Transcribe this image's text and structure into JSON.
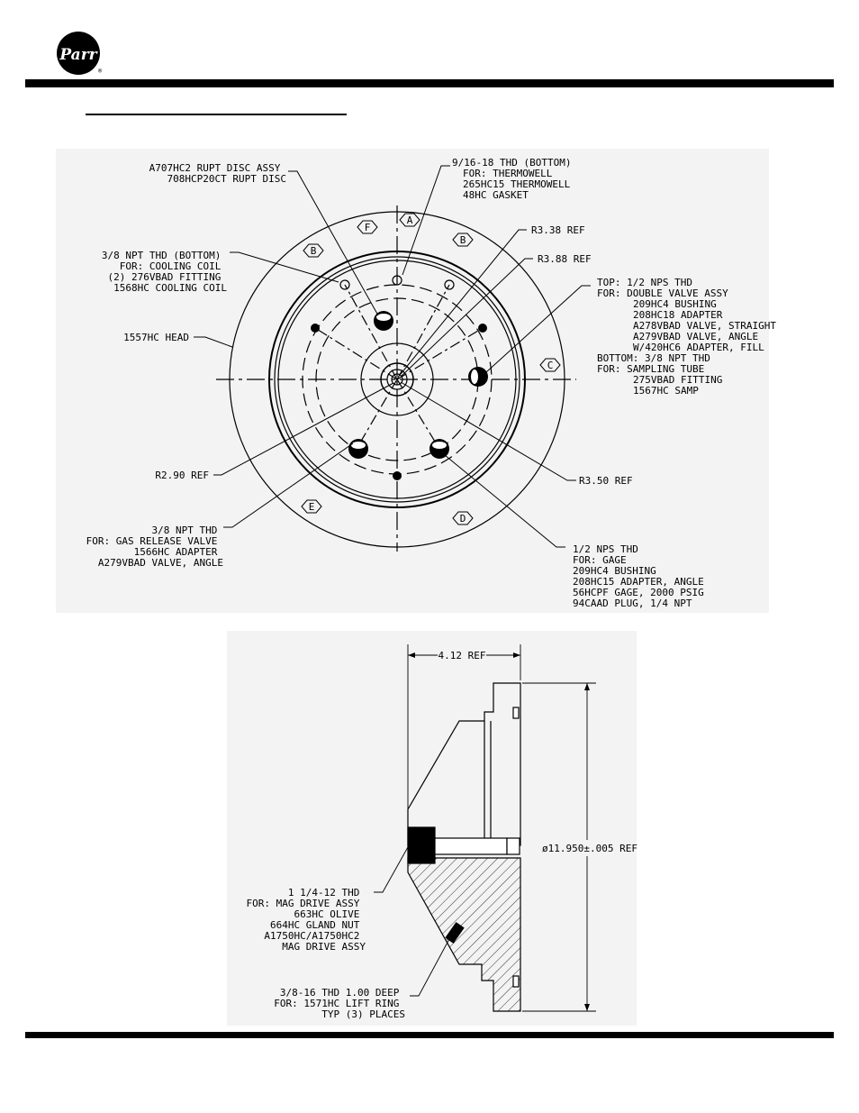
{
  "header": {
    "logo_text": "Parr",
    "logo_mark": "®"
  },
  "top_view": {
    "letters": {
      "A": "A",
      "B1": "B",
      "B2": "B",
      "C": "C",
      "D": "D",
      "E": "E",
      "F": "F"
    },
    "callout_rupt": [
      "A707HC2 RUPT DISC ASSY",
      "708HCP20CT RUPT DISC"
    ],
    "callout_thermo": [
      "9/16-18 THD (BOTTOM)",
      "FOR: THERMOWELL",
      "265HC15 THERMOWELL",
      "48HC GASKET"
    ],
    "r338": "R3.38 REF",
    "r388": "R3.88 REF",
    "callout_cooling": [
      "3/8 NPT THD (BOTTOM)",
      "FOR: COOLING COIL",
      "(2) 276VBAD FITTING",
      "1568HC COOLING COIL"
    ],
    "head": "1557HC HEAD",
    "callout_valve": [
      "TOP: 1/2 NPS THD",
      "FOR: DOUBLE VALVE ASSY",
      "209HC4 BUSHING",
      "208HC18 ADAPTER",
      "A278VBAD VALVE, STRAIGHT",
      "A279VBAD VALVE, ANGLE",
      "W/420HC6 ADAPTER, FILL",
      "BOTTOM: 3/8 NPT THD",
      "FOR: SAMPLING TUBE",
      "275VBAD FITTING",
      "1567HC SAMP"
    ],
    "r290": "R2.90 REF",
    "r350": "R3.50 REF",
    "callout_gas": [
      "3/8 NPT THD",
      "FOR: GAS RELEASE VALVE",
      "1566HC ADAPTER",
      "A279VBAD VALVE, ANGLE"
    ],
    "callout_gage": [
      "1/2 NPS THD",
      "FOR: GAGE",
      "209HC4 BUSHING",
      "208HC15 ADAPTER, ANGLE",
      "56HCPF GAGE, 2000 PSIG",
      "94CAAD PLUG, 1/4 NPT"
    ]
  },
  "side_view": {
    "dim_top": "4.12 REF",
    "dim_dia": "ø11.950±.005 REF",
    "callout_mag": [
      "1 1/4-12 THD",
      "FOR: MAG DRIVE ASSY",
      "663HC OLIVE",
      "664HC GLAND NUT",
      "A1750HC/A1750HC2",
      "MAG DRIVE ASSY"
    ],
    "callout_lift": [
      "3/8-16 THD 1.00 DEEP",
      "FOR: 1571HC LIFT RING",
      "TYP (3) PLACES"
    ]
  }
}
